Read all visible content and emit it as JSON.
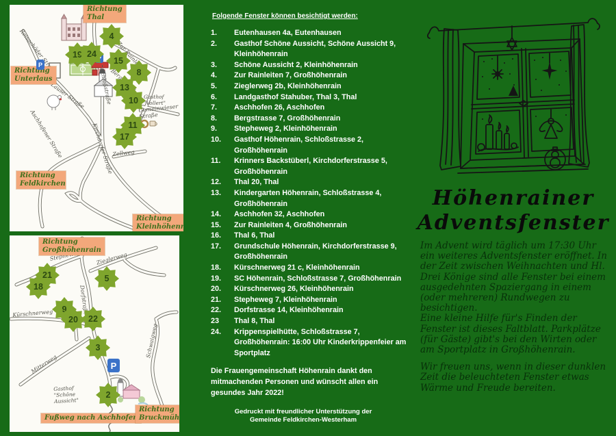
{
  "colors": {
    "background": "#176b17",
    "star_green": "#7fa52d",
    "direction_label_bg": "#f3a87b",
    "parking_blue": "#3b72c8",
    "list_text": "#ffffff"
  },
  "list": {
    "heading": "Folgende Fenster können besichtigt werden:",
    "items": [
      {
        "num": "1.",
        "text": "Eutenhausen 4a, Eutenhausen"
      },
      {
        "num": "2.",
        "text": "Gasthof Schöne Aussicht, Schöne Aussicht 9, Kleinhöhenrain"
      },
      {
        "num": "3.",
        "text": "Schöne Aussicht 2, Kleinhöhenrain"
      },
      {
        "num": "4.",
        "text": "Zur Rainleiten 7, Großhöhenrain"
      },
      {
        "num": "5.",
        "text": "Zieglerweg 2b, Kleinhöhenrain"
      },
      {
        "num": "6.",
        "text": "Landgasthof Stahuber, Thal 3, Thal"
      },
      {
        "num": "7.",
        "text": "Aschhofen 26, Aschhofen"
      },
      {
        "num": "8.",
        "text": "Bergstrasse 7, Großhöhenrain"
      },
      {
        "num": "9.",
        "text": "Stepheweg 2, Kleinhöhenrain"
      },
      {
        "num": "10.",
        "text": "Gasthof Höhenrain, Schloßstrasse 2, Großhöhenrain"
      },
      {
        "num": "11.",
        "text": "Krinners Backstüberl, Kirchdorferstrasse 5, Großhöhenrain"
      },
      {
        "num": "12.",
        "text": "Thal 20, Thal"
      },
      {
        "num": "13.",
        "text": "Kindergarten Höhenrain, Schloßstrasse 4, Großhöhenrain"
      },
      {
        "num": "14.",
        "text": "Aschhofen 32, Aschhofen"
      },
      {
        "num": "15.",
        "text": "Zur Rainleiten 4, Großhöhenrain"
      },
      {
        "num": "16.",
        "text": "Thal 6, Thal"
      },
      {
        "num": "17.",
        "text": "Grundschule Höhenrain, Kirchdorferstrasse 9, Großhöhenrain"
      },
      {
        "num": "18.",
        "text": "Kürschnerweg 21 c, Kleinhöhenrain"
      },
      {
        "num": "19.",
        "text": "SC Höhenrain, Schloßstrasse 7, Großhöhenrain"
      },
      {
        "num": "20.",
        "text": "Kürschnerweg 26, Kleinhöhenrain"
      },
      {
        "num": "21.",
        "text": "Stepheweg 7, Kleinhöhenrain"
      },
      {
        "num": "22.",
        "text": "Dorfstrasse 14, Kleinhöhenrain"
      },
      {
        "num": "23",
        "text": "Thal 8, Thal"
      },
      {
        "num": "24.",
        "text": "Krippenspielhütte, Schloßstrasse 7, Großhöhenrain: 16:00 Uhr Kinderkrippenfeier am Sportplatz"
      }
    ],
    "thanks": "Die Frauengemeinschaft Höhenrain dankt den mitmachenden Personen und wünscht allen ein gesundes Jahr 2022!",
    "printed_line1": "Gedruckt mit freundlicher Unterstützung der",
    "printed_line2": "Gemeinde Feldkirchen-Westerham"
  },
  "right": {
    "title_line1": "Höhenrainer",
    "title_line2": "Adventsfenster",
    "para_1": "Im Advent wird täglich um 17:30 Uhr ein weiteres Adventsfenster eröffnet. In der Zeit zwischen Weihnachten und Hl. Drei Könige sind alle Fenster bei einem ausgedehnten Spaziergang in einem (oder mehreren) Rundwegen zu besichtigen.",
    "para_2": "Eine kleine Hilfe für's Finden der Fenster ist dieses Faltblatt. Parkplätze (für Gäste) gibt's bei den Wirten oder am Sportplatz in Großhöhenrain.",
    "para_3": "Wir freuen uns, wenn in dieser dunklen Zeit die beleuchteten Fenster etwas Wärme und Freude bereiten."
  },
  "maps": {
    "parking_label": "P",
    "top": {
      "directions": {
        "thal": "Richtung Thal",
        "unterlaus": "Richtung Unterlaus",
        "feldkirchen": "Richtung Feldkirchen",
        "kleinhoehenrain": "Richtung Kleinhöhenrain"
      },
      "streets": {
        "reisachoeder": "Reisachöder Straße",
        "lauser": "Lauser Straße",
        "rainleiten": "Zur Rainleiten",
        "bergstrasse": "Bergstraße",
        "schlossstrasse": "Schloßstraße",
        "gemeinwieser": "Gemeinwieser Straße",
        "kirchdorfer": "Kirchdorfer Straße",
        "aschhofener": "Aschhofener Straße",
        "zellweg": "Zellweg"
      },
      "pois": {
        "gasthof_vollert": "Gasthof \"Vollert\""
      },
      "stars": [
        "4",
        "19",
        "24",
        "15",
        "8",
        "13",
        "10",
        "11",
        "17"
      ]
    },
    "bottom": {
      "directions": {
        "grosshoehenrain": "Richtung Großhöhenrain",
        "fussweg": "Fußweg nach Aschhofen",
        "bruckmuehl": "Richtung Bruckmühl"
      },
      "streets": {
        "stepheweg": "Stepheweg",
        "zieglerweg": "Zieglerweg",
        "dorfstrasse": "Dorfstraße",
        "kuerschnerweg": "Kürschnerweg",
        "mitterweg": "Mitterweg",
        "schwaigweg": "Schwaigweg"
      },
      "pois": {
        "gasthof_schoene_aussicht": "Gasthof \"Schöne Aussicht\""
      },
      "stars": [
        "21",
        "18",
        "5",
        "9",
        "20",
        "22",
        "3",
        "2"
      ]
    }
  }
}
